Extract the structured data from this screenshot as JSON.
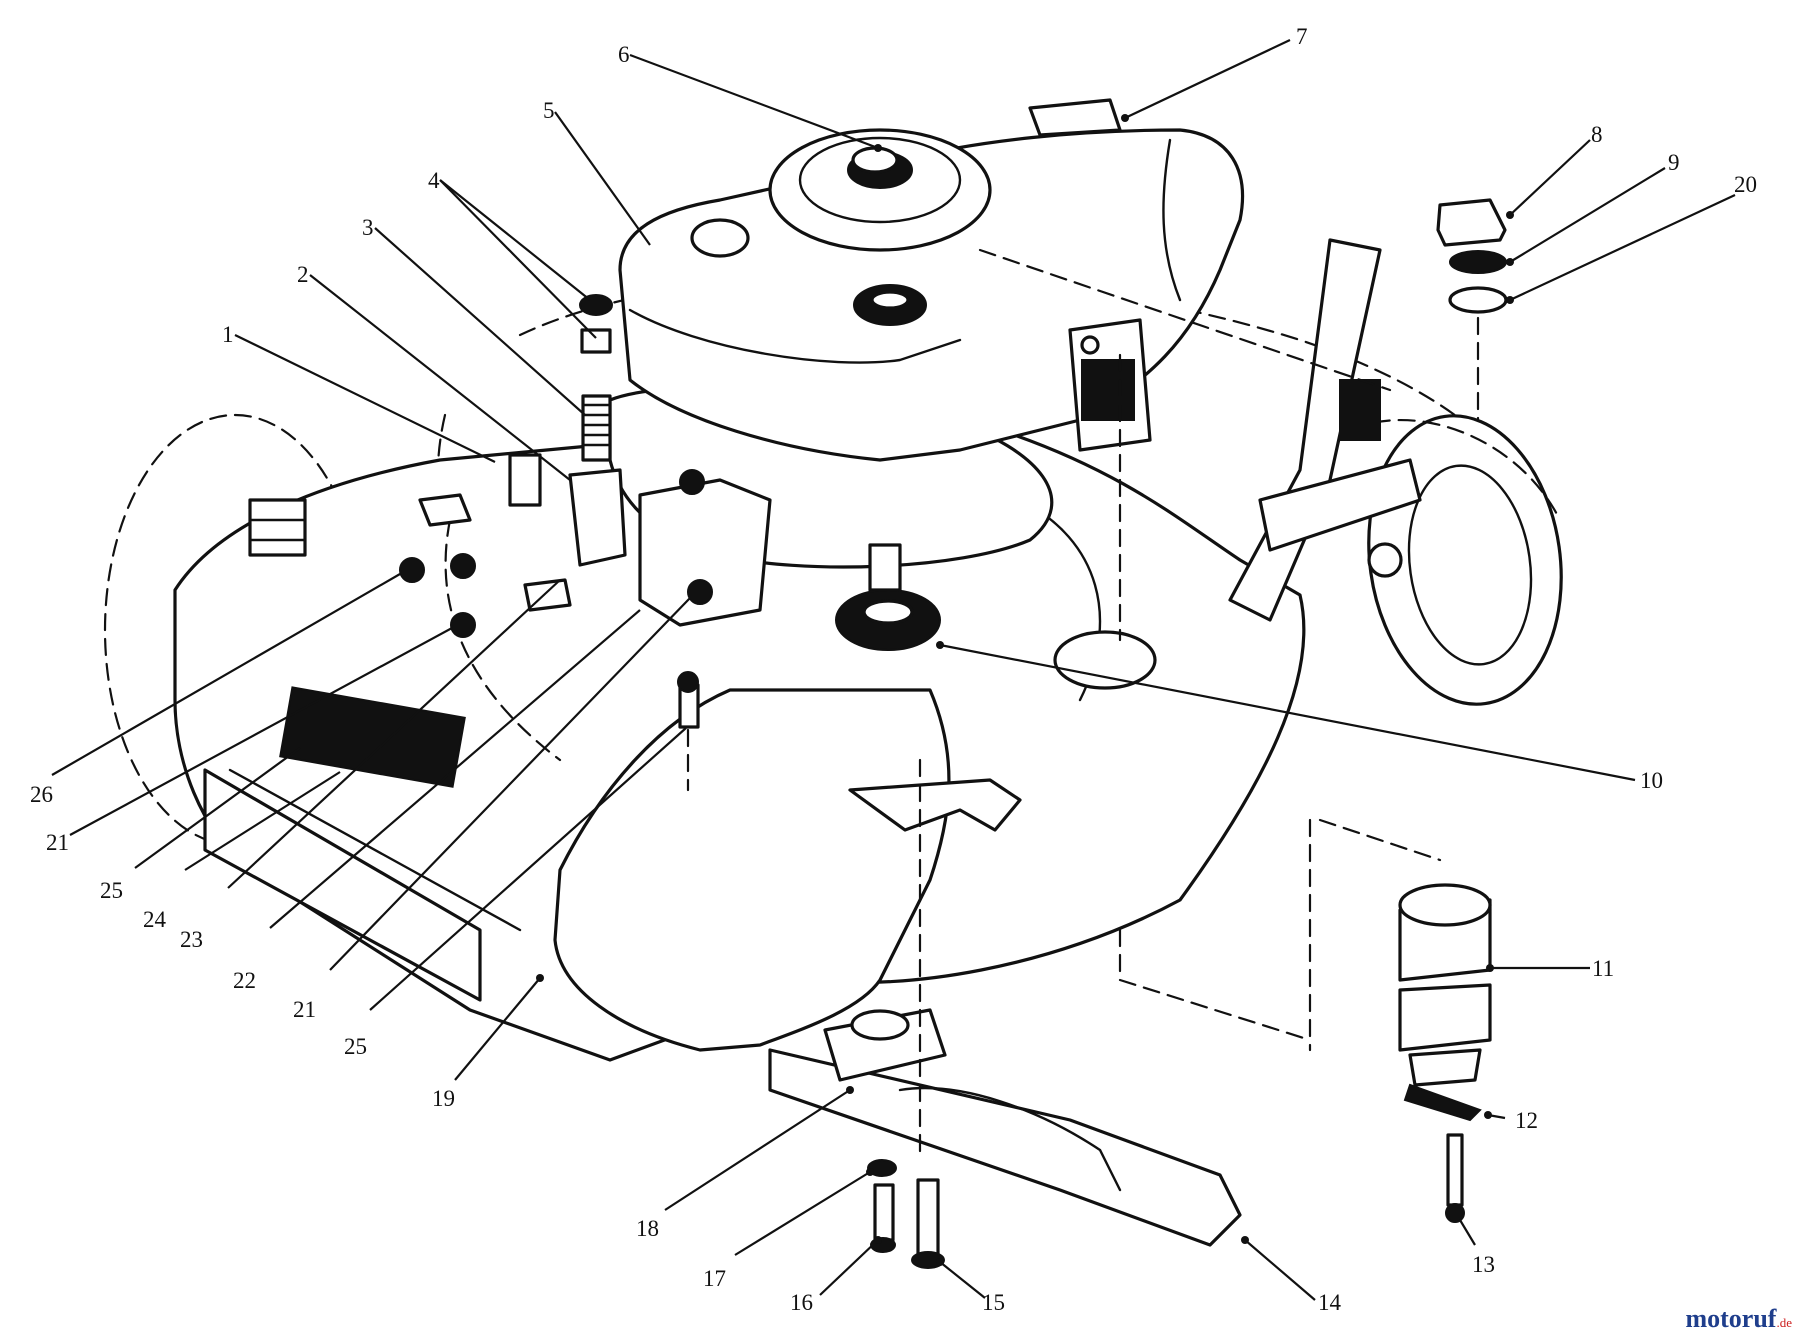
{
  "diagram": {
    "callouts": [
      {
        "label": "1"
      },
      {
        "label": "2"
      },
      {
        "label": "3"
      },
      {
        "label": "4"
      },
      {
        "label": "5"
      },
      {
        "label": "6"
      },
      {
        "label": "7"
      },
      {
        "label": "8"
      },
      {
        "label": "9"
      },
      {
        "label": "20"
      },
      {
        "label": "10"
      },
      {
        "label": "11"
      },
      {
        "label": "12"
      },
      {
        "label": "13"
      },
      {
        "label": "14"
      },
      {
        "label": "15"
      },
      {
        "label": "16"
      },
      {
        "label": "17"
      },
      {
        "label": "18"
      },
      {
        "label": "19"
      },
      {
        "label": "25"
      },
      {
        "label": "21"
      },
      {
        "label": "22"
      },
      {
        "label": "23"
      },
      {
        "label": "24"
      },
      {
        "label": "25"
      },
      {
        "label": "21"
      },
      {
        "label": "26"
      }
    ]
  },
  "watermark": {
    "name": "motoruf",
    "tld": ".de",
    "color": "#1f3e8c",
    "accent": "#cc1f1f"
  }
}
